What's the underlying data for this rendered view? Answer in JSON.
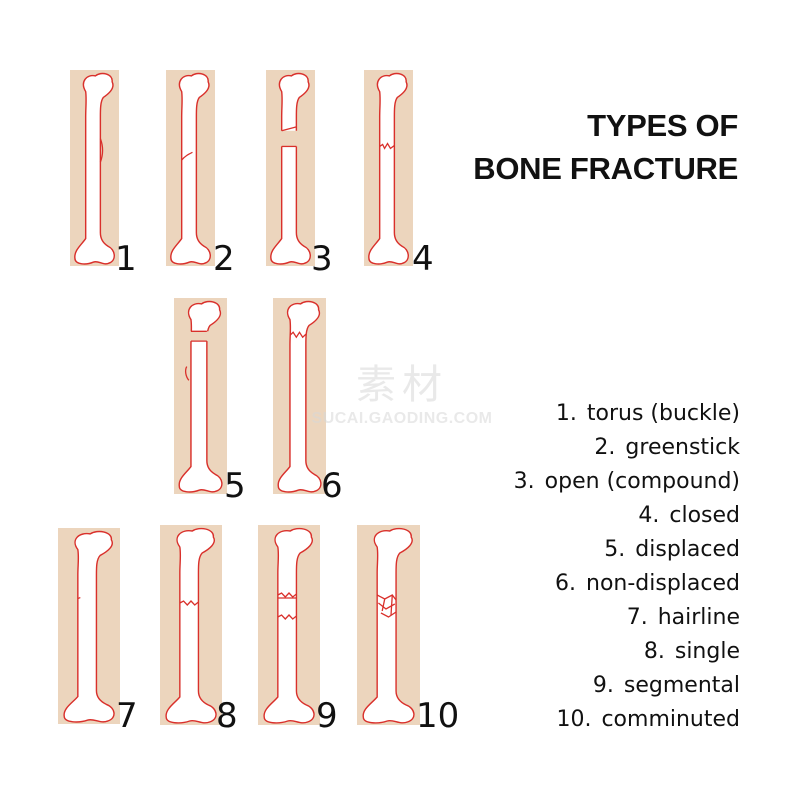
{
  "title": {
    "line1": "TYPES OF",
    "line2": "BONE FRACTURE"
  },
  "colors": {
    "panel": "#ecd5bd",
    "outline": "#d9302b",
    "bone": "#ffffff",
    "text": "#111111",
    "watermark": "#d8d8d8"
  },
  "panels": [
    {
      "number": "1",
      "fracture": "buckle"
    },
    {
      "number": "2",
      "fracture": "greenstick"
    },
    {
      "number": "3",
      "fracture": "open"
    },
    {
      "number": "4",
      "fracture": "closed"
    },
    {
      "number": "5",
      "fracture": "displaced"
    },
    {
      "number": "6",
      "fracture": "nondisplaced"
    },
    {
      "number": "7",
      "fracture": "hairline"
    },
    {
      "number": "8",
      "fracture": "single"
    },
    {
      "number": "9",
      "fracture": "segmental"
    },
    {
      "number": "10",
      "fracture": "comminuted"
    }
  ],
  "legend": [
    {
      "num": "1.",
      "label": "torus (buckle)"
    },
    {
      "num": "2.",
      "label": "greenstick"
    },
    {
      "num": "3.",
      "label": "open (compound)"
    },
    {
      "num": "4.",
      "label": "closed"
    },
    {
      "num": "5.",
      "label": "displaced"
    },
    {
      "num": "6.",
      "label": "non-displaced"
    },
    {
      "num": "7.",
      "label": "hairline"
    },
    {
      "num": "8.",
      "label": "single"
    },
    {
      "num": "9.",
      "label": "segmental"
    },
    {
      "num": "10.",
      "label": "comminuted"
    }
  ],
  "watermark": {
    "cn": "素材",
    "en": "SUCAI.GAODING.COM"
  }
}
